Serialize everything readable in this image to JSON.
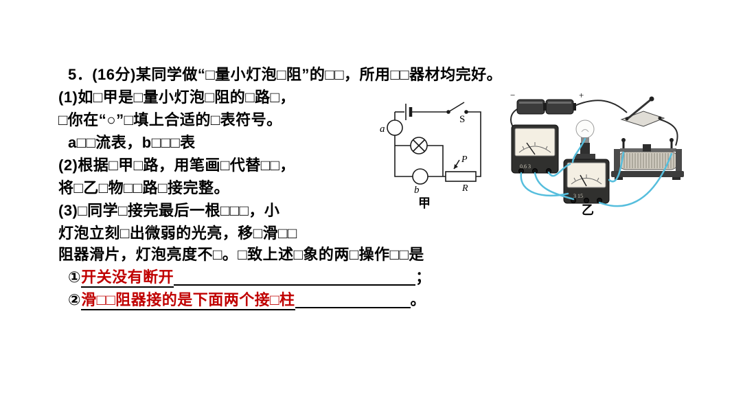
{
  "colors": {
    "text": "#000000",
    "answer_red": "#c00000",
    "underline": "#000000",
    "wire_blue": "#56bedd"
  },
  "question": {
    "line1": "5．(16分)某同学做“□量小灯泡□阻”的□□，所用□□器材均完好。",
    "line2": "(1)如□甲是□量小灯泡□阻的□路□，",
    "line3": "□你在“○”□填上合适的□表符号。",
    "line4": "a□□流表，b□□□表",
    "line5": "(2)根据□甲□路，用笔画□代替□□，",
    "line6": "将□乙□物□□路□接完整。",
    "line7": "(3)□同学□接完最后一根□□□，小",
    "line8": "灯泡立刻□出微弱的光亮，移□滑□□",
    "line9": "阻器滑片，灯泡亮度不□。□致上述□象的两□操作□□是"
  },
  "answers": {
    "item1": {
      "marker": "①",
      "text": "开关没有断开",
      "suffix": "；"
    },
    "item2": {
      "marker": "②",
      "text": "滑□□阻器接的是下面两个接□柱",
      "suffix": "。"
    }
  },
  "circuit": {
    "caption": "甲",
    "label_a": "a",
    "label_b": "b",
    "label_s": "S",
    "label_p": "P",
    "label_r": "R"
  },
  "photo": {
    "caption": "乙",
    "battery_minus": "−",
    "battery_plus": "+",
    "ammeter_scale": "0.6  3",
    "voltmeter_scale": "3  15"
  }
}
